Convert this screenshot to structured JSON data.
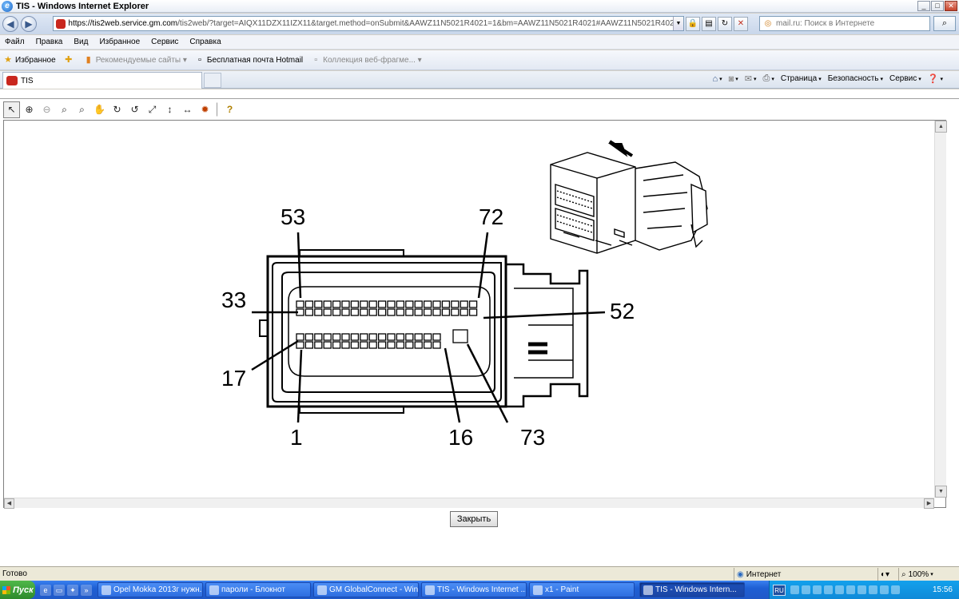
{
  "window": {
    "title": "TIS - Windows Internet Explorer",
    "minimize": "_",
    "restore": "□",
    "close": "✕"
  },
  "address_bar": {
    "url_host": "https://tis2web.service.gm.com",
    "url_rest": "/tis2web/?target=AIQX11DZX11IZX11&target.method=onSubmit&AAWZ11N5021R4021=1&bm=AAWZ11N5021R4021#AAWZ11N5021R4021#AAWZ11N5021R4021",
    "search_placeholder": "mail.ru: Поиск в Интернете"
  },
  "menu": [
    "Файл",
    "Правка",
    "Вид",
    "Избранное",
    "Сервис",
    "Справка"
  ],
  "favorites": {
    "label": "Избранное",
    "items": [
      "Рекомендуемые сайты ▾",
      "Бесплатная почта Hotmail",
      "Коллекция веб-фрагме... ▾"
    ]
  },
  "tab": {
    "label": "TIS"
  },
  "command_bar": {
    "page": "Страница",
    "safety": "Безопасность",
    "tools": "Сервис"
  },
  "viewer_toolbar": {
    "icons": [
      "select-arrow-icon",
      "zoom-in-icon",
      "zoom-out-icon",
      "zoom-fit-icon",
      "zoom-region-icon",
      "pan-hand-icon",
      "rotate-cw-icon",
      "rotate-ccw-icon",
      "fit-page-icon",
      "fit-height-icon",
      "fit-width-icon",
      "magic-icon",
      "help-icon"
    ]
  },
  "diagram": {
    "pin_labels": {
      "p53": "53",
      "p72": "72",
      "p33": "33",
      "p52": "52",
      "p17": "17",
      "p1": "1",
      "p16": "16",
      "p73": "73"
    }
  },
  "close_button": "Закрыть",
  "status": {
    "text": "Готово",
    "zone": "Интернет",
    "zoom": "100%"
  },
  "taskbar": {
    "start": "Пуск",
    "tasks": [
      "Opel Mokka 2013г нужн...",
      "пароли - Блокнот",
      "GM GlobalConnect - Win...",
      "TIS - Windows Internet ...",
      "x1 - Paint",
      "TIS - Windows Intern..."
    ],
    "lang": "RU",
    "clock": "15:56"
  },
  "colors": {
    "taskbar_blue": "#2059c8",
    "start_green": "#2e8a2c",
    "site_red": "#c9271e"
  }
}
